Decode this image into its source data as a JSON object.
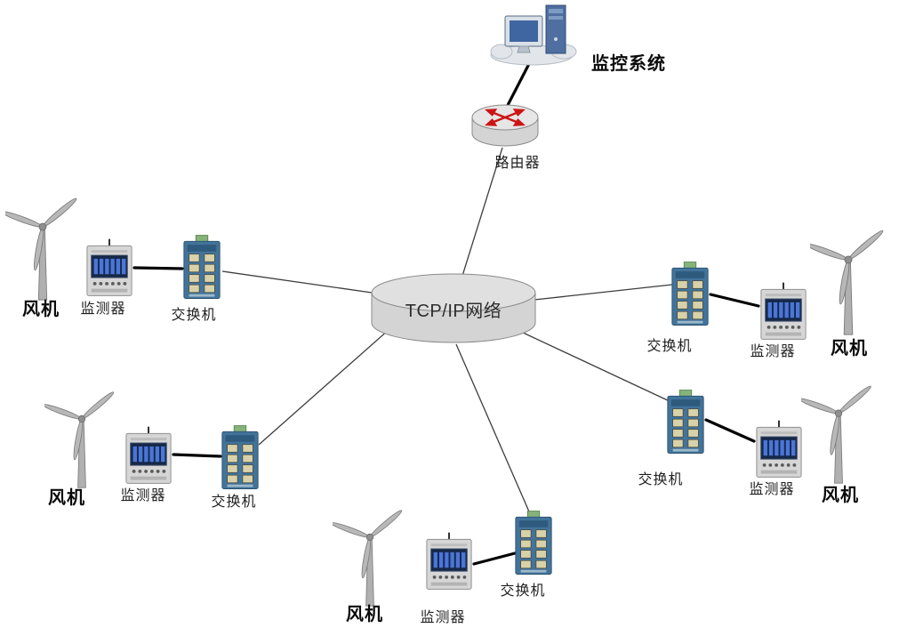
{
  "diagram": {
    "monitoring_system": {
      "label": "监控系统"
    },
    "router": {
      "label": "路由器"
    },
    "network": {
      "label": "TCP/IP网络"
    },
    "branches": [
      {
        "id": "left_upper",
        "turbine_label": "风机",
        "monitor_label": "监测器",
        "switch_label": "交换机"
      },
      {
        "id": "left_lower",
        "turbine_label": "风机",
        "monitor_label": "监测器",
        "switch_label": "交换机"
      },
      {
        "id": "bottom",
        "turbine_label": "风机",
        "monitor_label": "监测器",
        "switch_label": "交换机"
      },
      {
        "id": "right_upper",
        "turbine_label": "风机",
        "monitor_label": "监测器",
        "switch_label": "交换机"
      },
      {
        "id": "right_lower",
        "turbine_label": "风机",
        "monitor_label": "监测器",
        "switch_label": "交换机"
      }
    ],
    "icons": {
      "monitoring_system": "computer-workstation-icon",
      "router": "router-icon",
      "network": "network-cylinder-icon",
      "turbine": "wind-turbine-icon",
      "monitor": "monitor-device-icon",
      "switch": "ethernet-switch-icon"
    },
    "colors": {
      "connection_line": "#3d3d3d",
      "link_line": "#000000",
      "cylinder_fill": "#d4d4d4",
      "router_arrows": "#cc1414",
      "screen_bars": "#4a76d8",
      "switch_body": "#42749b"
    }
  }
}
